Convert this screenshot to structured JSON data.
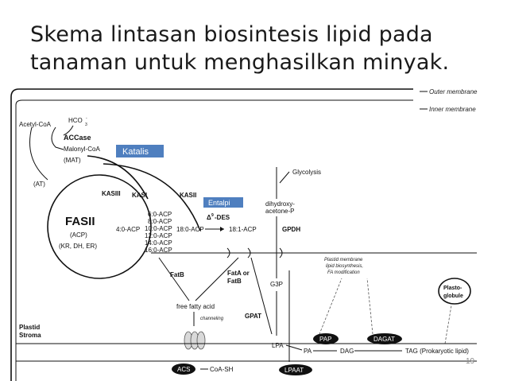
{
  "slide": {
    "title_line1": "Skema lintasan biosintesis lipid pada",
    "title_line2": "tanaman untuk menghasilkan minyak.",
    "page_number": "19"
  },
  "diagram": {
    "membranes": {
      "outer": "Outer membrane",
      "inner": "Inner membrane"
    },
    "inputs": {
      "acetyl_coa": "Acetyl-CoA",
      "hco3": "HCO",
      "hco3_sub": "3",
      "hco3_sup": "-",
      "accase": "ACCase",
      "malonyl_coa": "Malonyl-CoA",
      "mat": "(MAT)",
      "at": "(AT)"
    },
    "annotations": {
      "katalis": "Katalis",
      "entalpi": "Entalpi"
    },
    "fasii": {
      "name": "FASII",
      "acp": "(ACP)",
      "enzymes": "(KR, DH, ER)",
      "kasiii": "KASIII",
      "kasi": "KASI",
      "kasii": "KASII"
    },
    "acyl_chains": [
      "6:0-ACP",
      "8:0-ACP",
      "10:0-ACP",
      "12:0-ACP",
      "14:0-ACP",
      "16:0-ACP"
    ],
    "c4": "4:0-ACP",
    "c18": "18:0-ACP",
    "c18_1": "18:1-ACP",
    "des": "-DES",
    "des_delta": "Δ",
    "des_sup": "9",
    "glycolysis": "Glycolysis",
    "dhap_1": "dihydroxy-",
    "dhap_2": "acetone-P",
    "gpdh": "GPDH",
    "g3p": "G3P",
    "fatb": "FatB",
    "fata_1": "FatA or",
    "fata_2": "FatB",
    "ffa": "free fatty acid",
    "channeling": "channeling",
    "gpat": "GPAT",
    "plastid_note_1": "Plastid membrane",
    "plastid_note_2": "lipid biosynthesis,",
    "plastid_note_3": "FA modification",
    "plastoglobule_1": "Plasto-",
    "plastoglobule_2": "globule",
    "plastid_stroma_1": "Plastid",
    "plastid_stroma_2": "Stroma",
    "lpa": "LPA",
    "pa": "PA",
    "dag": "DAG",
    "tag": "TAG (Prokaryotic lipid)",
    "pap": "PAP",
    "dagat": "DAGAT",
    "acs": "ACS",
    "coa_sh": "CoA-SH",
    "lpaat": "LPAAT"
  },
  "colors": {
    "annotation_box": "#4f7fbf",
    "title_text": "#1a1a1a",
    "enzyme_fill": "#111111"
  }
}
